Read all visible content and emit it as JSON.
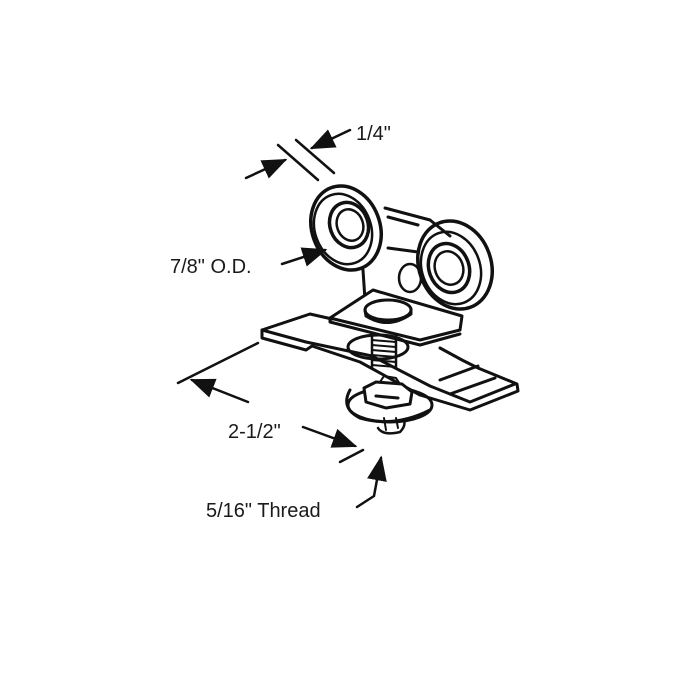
{
  "diagram": {
    "subject": "pocket door roller assembly",
    "background": "#ffffff",
    "line_color": "#111111",
    "labels": {
      "wheel_width": "1/4\"",
      "wheel_diameter": "7/8\" O.D.",
      "plate_length": "2-1/2\"",
      "thread_size": "5/16\" Thread"
    }
  }
}
